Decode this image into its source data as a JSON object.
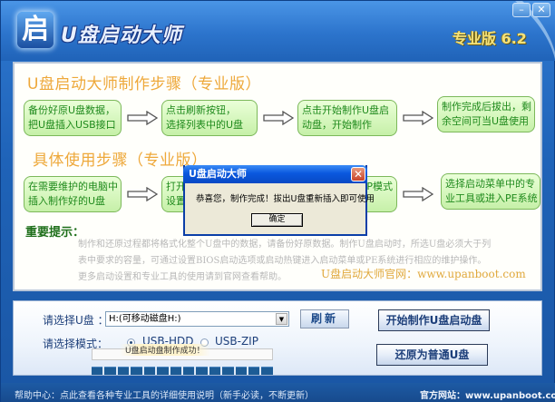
{
  "window": {
    "app_title": "U盘启动大师",
    "logo_glyph": "启",
    "version": "专业版 6.2",
    "controls": {
      "minimize": "–",
      "close": "✕"
    }
  },
  "make_steps": {
    "title": "U盘启动大师制作步骤（专业版）",
    "steps": [
      {
        "line1": "备份好原U盘数据，",
        "line2": "把U盘插入USB接口"
      },
      {
        "line1": " 点击刷新按钮，",
        "line2": "选择列表中的U盘"
      },
      {
        "line1": "点击开始制作U盘启",
        "line2": "动盘，开始制作"
      },
      {
        "line1": "制作完成后拔出，剩",
        "line2": "余空间可当U盘使用"
      }
    ]
  },
  "use_steps": {
    "title": "具体使用步骤（专业版）",
    "steps": [
      {
        "line1": "在需要维护的电脑中",
        "line2": "插入制作好的U盘"
      },
      {
        "line1": "打开",
        "line2": "设置"
      },
      {
        "line1": "P模式",
        "line2": ""
      },
      {
        "line1": "选择启动菜单中的专",
        "line2": "业工具或进入PE系统"
      }
    ]
  },
  "tips": {
    "title": "重要提示：",
    "lines": [
      "制作和还原过程都将格式化整个U盘中的数据，请备份好原数据。制作U盘启动时，所选U盘必须大于列",
      "表中要求的容量，可通过设置BIOS启动选项或启动热键进入启动菜单或PE系统进行相应的维护操作。",
      "更多启动设置和专业工具的使用请到官网查看帮助。"
    ],
    "site": "U盘启动大师官网：www.upanboot.com"
  },
  "dialog": {
    "title": "U盘启动大师",
    "message": "恭喜您，制作完成！拔出U盘重新插入即可使用",
    "ok_label": "确定",
    "close_glyph": "✕"
  },
  "controls": {
    "drive_label": "请选择U盘 ：",
    "drive_value": "H:(可移动磁盘H:)",
    "dropdown_glyph": "▼",
    "refresh_label": "刷新",
    "mode_label": "请选择模式：",
    "modes": [
      {
        "label": "USB-HDD",
        "checked": true
      },
      {
        "label": "USB-ZIP",
        "checked": false
      }
    ],
    "status": "U盘启动盘制作成功！",
    "progress_segments": 14,
    "start_button": "开始制作U盘启动盘",
    "restore_button": "还原为普通U盘"
  },
  "footer": {
    "help": "帮助中心：点此查看各种专业工具的详细使用说明（新手必读，不断更新）",
    "site": "官方网站：www.upanboot.com"
  },
  "colors": {
    "header_blue": "#2c74cc",
    "step_green_text": "#1f8a1c",
    "step_green_bg": "#c6f0a8",
    "section_title_orange": "#eea83a",
    "version_yellow": "#f4e27a",
    "dialog_titlebar": "#0a58de"
  }
}
